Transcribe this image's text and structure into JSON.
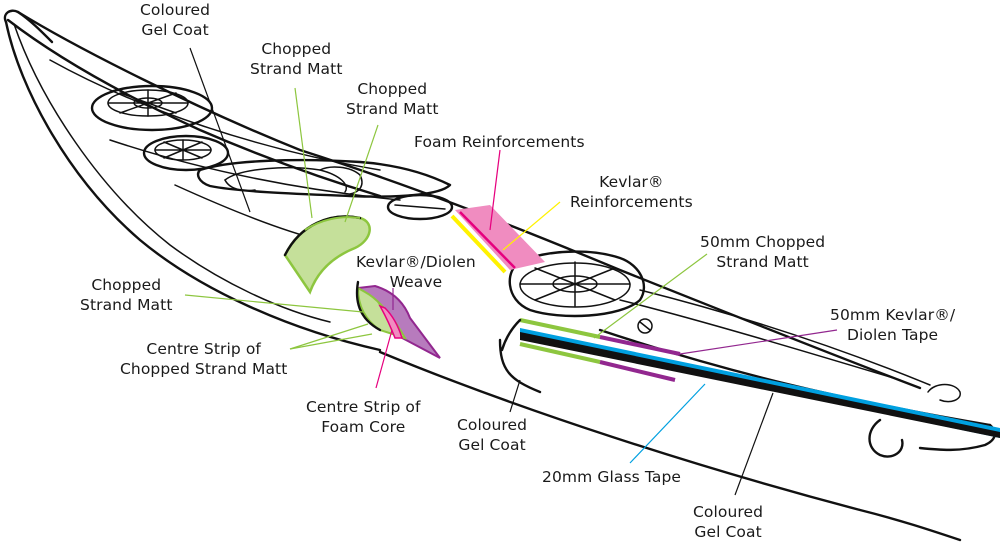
{
  "title": "Kayak laminate construction diagram",
  "colors": {
    "outline": "#111111",
    "chopped_strand_matt": "#8dc63f",
    "chopped_strand_matt_fill": "#c5e09a",
    "foam": "#e6007e",
    "foam_fill": "#f08cc0",
    "kevlar": "#fff200",
    "kevlar_diolen": "#92278f",
    "kevlar_diolen_fill": "#b77bbd",
    "glass_tape": "#00a0e0",
    "gel_coat": "#111111"
  },
  "labels": [
    {
      "id": "coloured-gel-coat-top",
      "lines": [
        "Coloured",
        "Gel Coat"
      ],
      "material": "gel_coat"
    },
    {
      "id": "chopped-strand-matt-1",
      "lines": [
        "Chopped",
        "Strand Matt"
      ],
      "material": "chopped_strand_matt"
    },
    {
      "id": "chopped-strand-matt-2",
      "lines": [
        "Chopped",
        "Strand Matt"
      ],
      "material": "chopped_strand_matt"
    },
    {
      "id": "foam-reinforcements",
      "lines": [
        "Foam Reinforcements"
      ],
      "material": "foam"
    },
    {
      "id": "kevlar-reinforcements",
      "lines": [
        "Kevlar®",
        "Reinforcements"
      ],
      "material": "kevlar"
    },
    {
      "id": "kevlar-diolen-weave",
      "lines": [
        "Kevlar®/Diolen",
        "Weave"
      ],
      "material": "kevlar_diolen"
    },
    {
      "id": "50mm-chopped-strand-matt",
      "lines": [
        "50mm Chopped",
        "Strand Matt"
      ],
      "material": "chopped_strand_matt"
    },
    {
      "id": "50mm-kevlar-diolen-tape",
      "lines": [
        "50mm Kevlar®/",
        "Diolen Tape"
      ],
      "material": "kevlar_diolen"
    },
    {
      "id": "chopped-strand-matt-3",
      "lines": [
        "Chopped",
        "Strand Matt"
      ],
      "material": "chopped_strand_matt"
    },
    {
      "id": "centre-strip-chopped-strand-matt",
      "lines": [
        "Centre Strip of",
        "Chopped Strand Matt"
      ],
      "material": "chopped_strand_matt"
    },
    {
      "id": "centre-strip-foam-core",
      "lines": [
        "Centre Strip of",
        "Foam Core"
      ],
      "material": "foam"
    },
    {
      "id": "coloured-gel-coat-mid",
      "lines": [
        "Coloured",
        "Gel Coat"
      ],
      "material": "gel_coat"
    },
    {
      "id": "20mm-glass-tape",
      "lines": [
        "20mm Glass Tape"
      ],
      "material": "glass_tape"
    },
    {
      "id": "coloured-gel-coat-bottom",
      "lines": [
        "Coloured",
        "Gel Coat"
      ],
      "material": "gel_coat"
    }
  ]
}
